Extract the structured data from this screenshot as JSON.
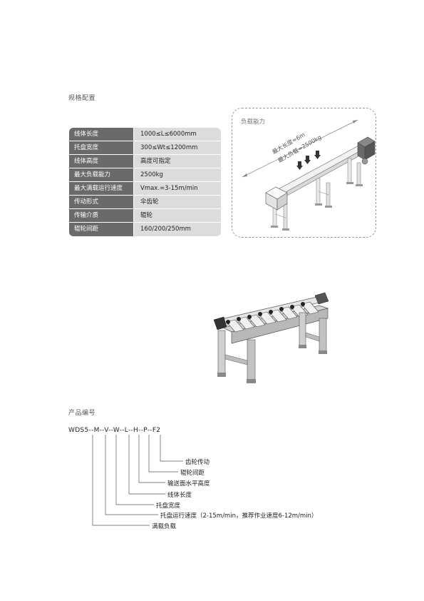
{
  "sections": {
    "spec_title": "规格配置",
    "code_title": "产品编号"
  },
  "spec_table": [
    {
      "key": "线体长度",
      "value": "1000≤L≤6000mm"
    },
    {
      "key": "托盘宽度",
      "value": "300≤Wt≤1200mm"
    },
    {
      "key": "线体高度",
      "value": "高度可指定"
    },
    {
      "key": "最大负载能力",
      "value": "2500kg"
    },
    {
      "key": "最大满载运行速度",
      "value": "Vmax.=3-15m/min"
    },
    {
      "key": "传动形式",
      "value": "伞齿轮"
    },
    {
      "key": "传输介质",
      "value": "辊轮"
    },
    {
      "key": "辊轮间距",
      "value": "160/200/250mm"
    }
  ],
  "load_capacity": {
    "title": "负载能力",
    "length_label": "最大长度=6m",
    "load_label": "最大负载=2500kg"
  },
  "product_code": {
    "code": "WDS5--M--V--W--L--H--P--F2",
    "labels": [
      "齿轮传动",
      "辊轮间距",
      "输送面水平高度",
      "线体长度",
      "托盘宽度",
      "托盘运行速度（2-15m/min，推荐作业速度6-12m/min）",
      "满载负载"
    ]
  },
  "colors": {
    "table_key_bg": "#6a6a6a",
    "table_value_bg": "#dcdcdc",
    "text_dark": "#222222",
    "frame_gray": "#9a9a9a"
  }
}
